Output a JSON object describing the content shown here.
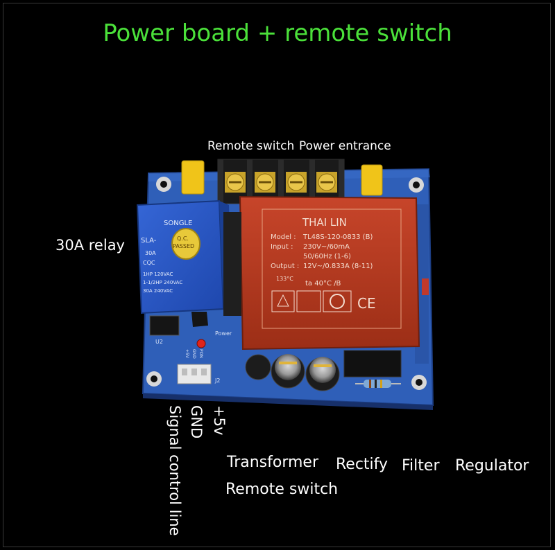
{
  "title": "Power board + remote switch",
  "labels": {
    "remote_switch_top": "Remote switch",
    "power_entrance": "Power entrance",
    "relay": "30A relay",
    "plus5v": "+5v",
    "gnd": "GND",
    "signal": "Signal control line",
    "transformer": "Transformer",
    "rectify": "Rectify",
    "filter": "Filter",
    "regulator": "Regulator",
    "remote_switch_bottom": "Remote switch"
  },
  "relay_print": {
    "brand": "SONGLE",
    "model": "SLA-",
    "line1": "30A",
    "qc1": "Q.C.",
    "qc2": "PASSED",
    "cqc": "CQC",
    "rating1": "1HP 120VAC",
    "rating2": "1-1/2HP 240VAC",
    "rating3": "30A 240VAC"
  },
  "transformer_print": {
    "brand": "THAI LIN",
    "model_label": "Model :",
    "model_value": "TL48S-120-0833 (B)",
    "input_label": "Input :",
    "input_value1": "230V~/60mA",
    "input_value2": "50/60Hz (1-6)",
    "output_label": "Output :",
    "output_value": "12V~/0.833A (8-11)",
    "temp": "133°C",
    "ta": "ta 40°C /B",
    "ce": "CE"
  },
  "pcb_print": {
    "u2": "U2",
    "power": "Power",
    "j2": "J2",
    "plus5v": "+5V",
    "gnd": "GND",
    "pon": "PON"
  },
  "colors": {
    "title": "#4be13a",
    "pcb": "#2f5fb8",
    "transformer": "#b5361d",
    "relay": "#2a56c6",
    "terminal": "#f0c419"
  }
}
